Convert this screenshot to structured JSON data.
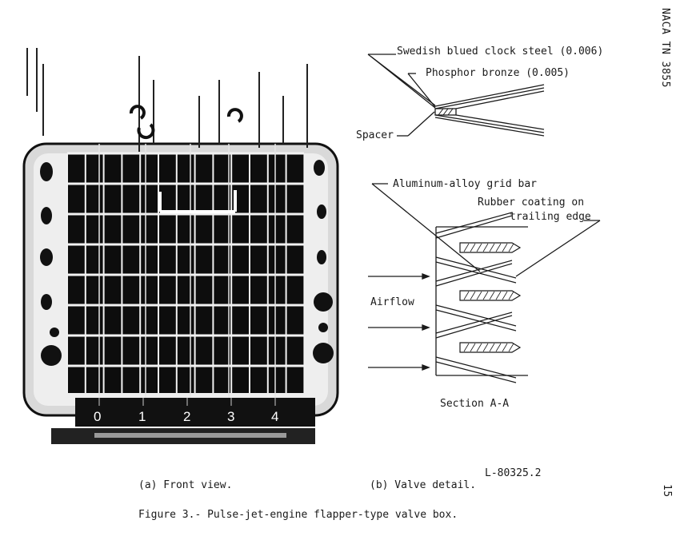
{
  "header": {
    "report_id": "NACA TN 3855",
    "page_number": "15"
  },
  "figure_a": {
    "scale_labels": [
      "0",
      "1",
      "2",
      "3",
      "4"
    ],
    "caption": "(a) Front view."
  },
  "figure_b": {
    "labels": {
      "clock_steel": "Swedish blued clock steel (0.006)",
      "phosphor_bronze": "Phosphor bronze (0.005)",
      "spacer": "Spacer",
      "grid_bar": "Aluminum-alloy grid bar",
      "rubber_coating_line1": "Rubber coating on",
      "rubber_coating_line2": "trailing edge",
      "airflow": "Airflow",
      "section": "Section A-A"
    },
    "caption": "(b) Valve detail."
  },
  "photo_id": "L-80325.2",
  "figure_caption": "Figure 3.- Pulse-jet-engine flapper-type valve box."
}
